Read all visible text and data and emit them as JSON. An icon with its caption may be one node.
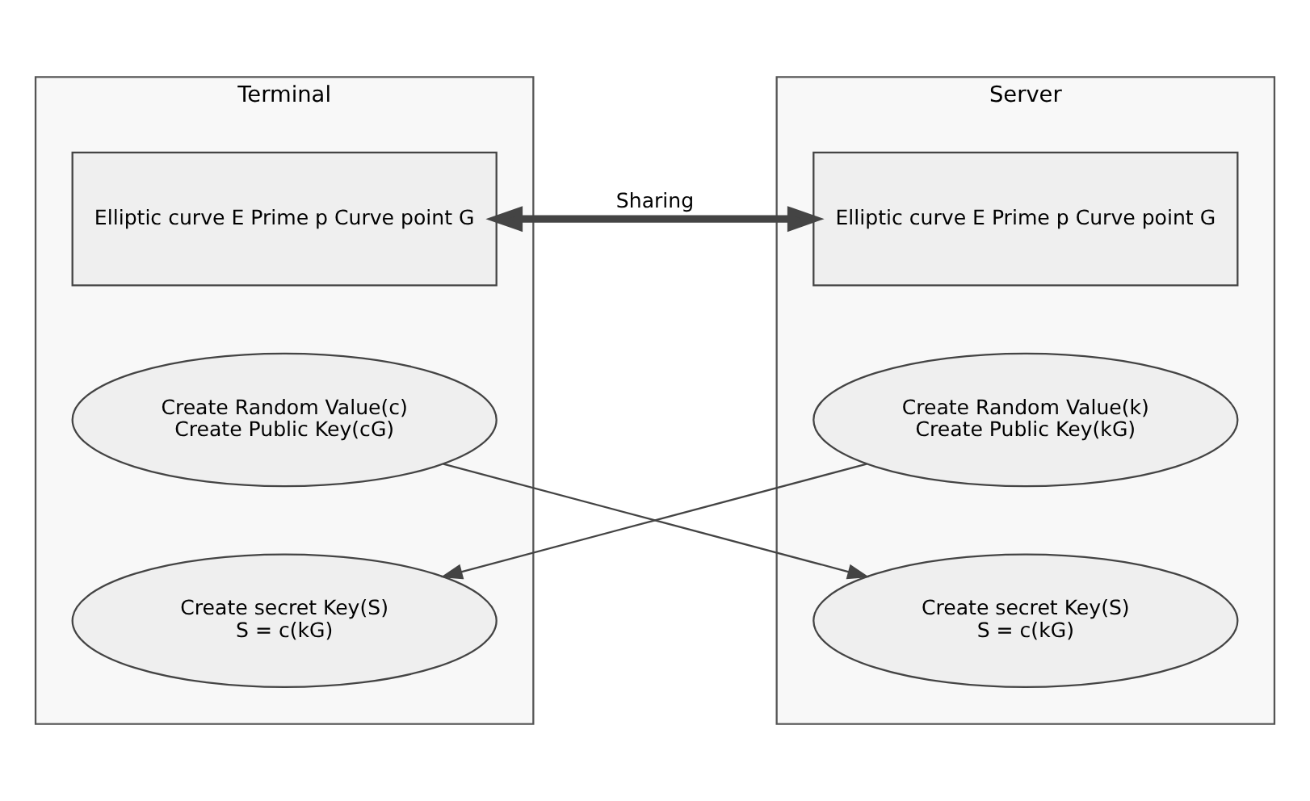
{
  "diagram": {
    "nodes": [
      {
        "text": [
          "Terminal"
        ]
      },
      {
        "text": [
          "Elliptic curve E Prime p Curve point G"
        ],
        "in": 0
      },
      {
        "text": [
          "Create Random Value(c) Create Public Key(cG)"
        ],
        "in": 0
      },
      {
        "text": [
          "Create secret Key(S) S = c(kG)"
        ],
        "in": 0
      },
      {
        "text": [
          "Server"
        ]
      },
      {
        "text": [
          "Elliptic curve E Prime p Curve point G"
        ],
        "in": 4
      },
      {
        "text": [
          "Create Random Value(k) Create Public Key(kG)"
        ],
        "in": 4
      },
      {
        "text": [
          "Create secret Key(S) S = c(kG)"
        ],
        "in": 4
      }
    ],
    "edges": [
      {
        "from": 1,
        "to": 5,
        "arrow": "both",
        "label": "Sharing",
        "style": "thick"
      },
      {
        "from": 2,
        "to": 7,
        "arrow": "to"
      },
      {
        "from": 6,
        "to": 3,
        "arrow": "to"
      }
    ]
  }
}
